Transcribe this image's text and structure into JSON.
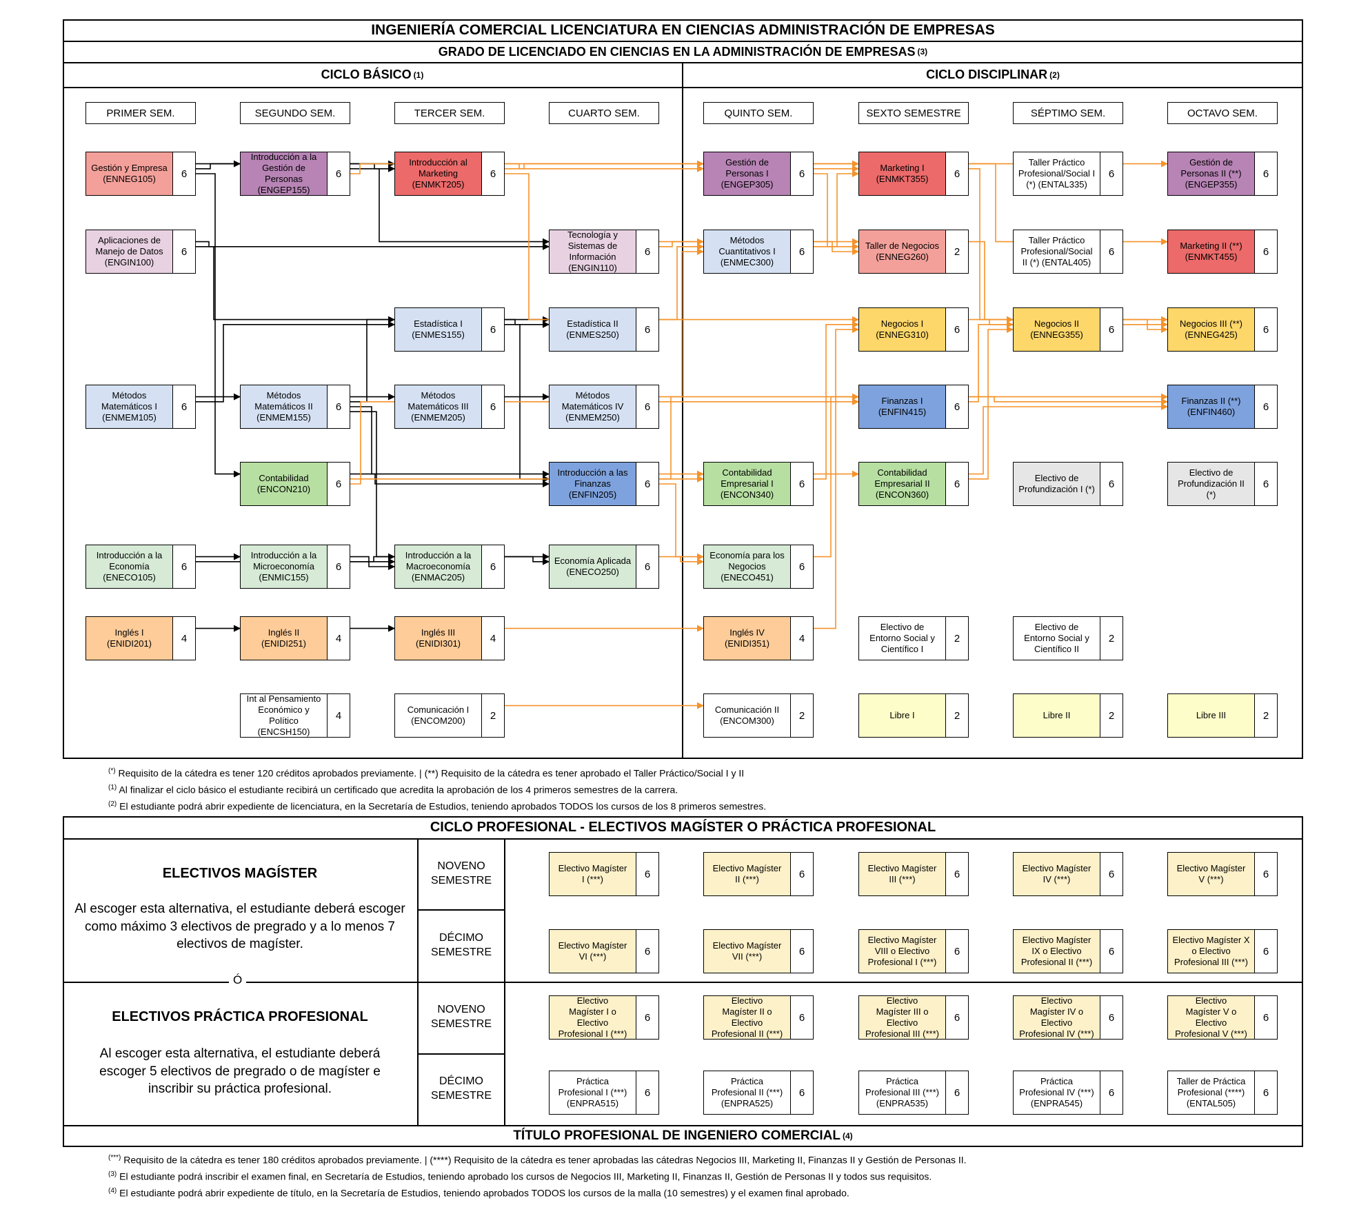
{
  "title": "INGENIERÍA COMERCIAL LICENCIATURA EN CIENCIAS ADMINISTRACIÓN DE EMPRESAS",
  "subtitle": "GRADO DE LICENCIADO EN CIENCIAS EN LA ADMINISTRACIÓN DE EMPRESAS",
  "subtitle_note": "(3)",
  "ciclo_basico": "CICLO BÁSICO",
  "ciclo_basico_note": "(1)",
  "ciclo_disciplinar": "CICLO DISCIPLINAR",
  "ciclo_disciplinar_note": "(2)",
  "semesters": [
    "PRIMER SEM.",
    "SEGUNDO SEM.",
    "TERCER SEM.",
    "CUARTO SEM.",
    "QUINTO SEM.",
    "SEXTO SEMESTRE",
    "SÉPTIMO SEM.",
    "OCTAVO SEM."
  ],
  "colors": {
    "rose": "#f4a09a",
    "purple": "#b784b5",
    "red": "#ec6a6a",
    "lilac": "#e8d2e2",
    "lightblue": "#d5e1f3",
    "blue": "#7ea2dd",
    "green": "#b7dfa2",
    "lightgreen": "#d6ead6",
    "orange": "#fdcc99",
    "yellow": "#fdd76a",
    "paleyellow": "#fdfdc9",
    "cream": "#fdf1c9",
    "gray": "#e6e6e6",
    "arrow_orange": "#f5922a"
  },
  "courses": [
    {
      "id": "ENNEG105",
      "col": 0,
      "row": 0,
      "lines": [
        "Gestión y Empresa",
        "(ENNEG105)"
      ],
      "credits": "6",
      "color": "rose"
    },
    {
      "id": "ENGIN100",
      "col": 0,
      "row": 1,
      "lines": [
        "Aplicaciones de",
        "Manejo de Datos",
        "(ENGIN100)"
      ],
      "credits": "6",
      "color": "lilac"
    },
    {
      "id": "ENMEM105",
      "col": 0,
      "row": 3,
      "lines": [
        "Métodos",
        "Matemáticos I",
        "(ENMEM105)"
      ],
      "credits": "6",
      "color": "lightblue"
    },
    {
      "id": "ENECO105",
      "col": 0,
      "row": 5,
      "lines": [
        "Introducción a la",
        "Economía",
        "(ENECO105)"
      ],
      "credits": "6",
      "color": "lightgreen"
    },
    {
      "id": "ENIDI201",
      "col": 0,
      "row": 6,
      "lines": [
        "Inglés I",
        "(ENIDI201)"
      ],
      "credits": "4",
      "color": "orange"
    },
    {
      "id": "ENGEP155",
      "col": 1,
      "row": 0,
      "lines": [
        "Introducción a la",
        "Gestión de",
        "Personas",
        "(ENGEP155)"
      ],
      "credits": "6",
      "color": "purple"
    },
    {
      "id": "ENMEM155",
      "col": 1,
      "row": 3,
      "lines": [
        "Métodos",
        "Matemáticos II",
        "(ENMEM155)"
      ],
      "credits": "6",
      "color": "lightblue"
    },
    {
      "id": "ENCON210",
      "col": 1,
      "row": 4,
      "lines": [
        "Contabilidad",
        "(ENCON210)"
      ],
      "credits": "6",
      "color": "green"
    },
    {
      "id": "ENMIC155",
      "col": 1,
      "row": 5,
      "lines": [
        "Introducción a la",
        "Microeconomía",
        "(ENMIC155)"
      ],
      "credits": "6",
      "color": "lightgreen"
    },
    {
      "id": "ENIDI251",
      "col": 1,
      "row": 6,
      "lines": [
        "Inglés II",
        "(ENIDI251)"
      ],
      "credits": "4",
      "color": "orange"
    },
    {
      "id": "ENCSH150",
      "col": 1,
      "row": 7,
      "lines": [
        "Int al Pensamiento",
        "Económico y",
        "Político",
        "(ENCSH150)"
      ],
      "credits": "4",
      "color": "white"
    },
    {
      "id": "ENMKT205",
      "col": 2,
      "row": 0,
      "lines": [
        "Introducción al",
        "Marketing",
        "(ENMKT205)"
      ],
      "credits": "6",
      "color": "red"
    },
    {
      "id": "ENMES155",
      "col": 2,
      "row": 2,
      "lines": [
        "Estadística I",
        "(ENMES155)"
      ],
      "credits": "6",
      "color": "lightblue"
    },
    {
      "id": "ENMEM205",
      "col": 2,
      "row": 3,
      "lines": [
        "Métodos",
        "Matemáticos III",
        "(ENMEM205)"
      ],
      "credits": "6",
      "color": "lightblue"
    },
    {
      "id": "ENMAC205",
      "col": 2,
      "row": 5,
      "lines": [
        "Introducción a la",
        "Macroeconomía",
        "(ENMAC205)"
      ],
      "credits": "6",
      "color": "lightgreen"
    },
    {
      "id": "ENIDI301",
      "col": 2,
      "row": 6,
      "lines": [
        "Inglés III",
        "(ENIDI301)"
      ],
      "credits": "4",
      "color": "orange"
    },
    {
      "id": "ENCOM200",
      "col": 2,
      "row": 7,
      "lines": [
        "Comunicación I",
        "(ENCOM200)"
      ],
      "credits": "2",
      "color": "white"
    },
    {
      "id": "ENGIN110",
      "col": 3,
      "row": 1,
      "lines": [
        "Tecnología y",
        "Sistemas de",
        "Información",
        "(ENGIN110)"
      ],
      "credits": "6",
      "color": "lilac"
    },
    {
      "id": "ENMES250",
      "col": 3,
      "row": 2,
      "lines": [
        "Estadística II",
        "(ENMES250)"
      ],
      "credits": "6",
      "color": "lightblue"
    },
    {
      "id": "ENMEM250",
      "col": 3,
      "row": 3,
      "lines": [
        "Métodos",
        "Matemáticos IV",
        "(ENMEM250)"
      ],
      "credits": "6",
      "color": "lightblue"
    },
    {
      "id": "ENFIN205",
      "col": 3,
      "row": 4,
      "lines": [
        "Introducción a las",
        "Finanzas",
        "(ENFIN205)"
      ],
      "credits": "6",
      "color": "blue"
    },
    {
      "id": "ENECO250",
      "col": 3,
      "row": 5,
      "lines": [
        "Economía Aplicada",
        "(ENECO250)"
      ],
      "credits": "6",
      "color": "lightgreen"
    },
    {
      "id": "ENGEP305",
      "col": 4,
      "row": 0,
      "lines": [
        "Gestión de",
        "Personas I",
        "(ENGEP305)"
      ],
      "credits": "6",
      "color": "purple"
    },
    {
      "id": "ENMEC300",
      "col": 4,
      "row": 1,
      "lines": [
        "Métodos",
        "Cuantitativos I",
        "(ENMEC300)"
      ],
      "credits": "6",
      "color": "lightblue"
    },
    {
      "id": "ENCON340",
      "col": 4,
      "row": 4,
      "lines": [
        "Contabilidad",
        "Empresarial I",
        "(ENCON340)"
      ],
      "credits": "6",
      "color": "green"
    },
    {
      "id": "ENECO451",
      "col": 4,
      "row": 5,
      "lines": [
        "Economía para los",
        "Negocios",
        "(ENECO451)"
      ],
      "credits": "6",
      "color": "lightgreen"
    },
    {
      "id": "ENIDI351",
      "col": 4,
      "row": 6,
      "lines": [
        "Inglés IV",
        "(ENIDI351)"
      ],
      "credits": "4",
      "color": "orange"
    },
    {
      "id": "ENCOM300",
      "col": 4,
      "row": 7,
      "lines": [
        "Comunicación II",
        "(ENCOM300)"
      ],
      "credits": "2",
      "color": "white"
    },
    {
      "id": "ENMKT355",
      "col": 5,
      "row": 0,
      "lines": [
        "Marketing I",
        "(ENMKT355)"
      ],
      "credits": "6",
      "color": "red"
    },
    {
      "id": "ENNEG260",
      "col": 5,
      "row": 1,
      "lines": [
        "Taller de Negocios",
        "(ENNEG260)"
      ],
      "credits": "2",
      "color": "rose"
    },
    {
      "id": "ENNEG310",
      "col": 5,
      "row": 2,
      "lines": [
        "Negocios I",
        "(ENNEG310)"
      ],
      "credits": "6",
      "color": "yellow"
    },
    {
      "id": "ENFIN415",
      "col": 5,
      "row": 3,
      "lines": [
        "Finanzas I",
        "(ENFIN415)"
      ],
      "credits": "6",
      "color": "blue"
    },
    {
      "id": "ENCON360",
      "col": 5,
      "row": 4,
      "lines": [
        "Contabilidad",
        "Empresarial II",
        "(ENCON360)"
      ],
      "credits": "6",
      "color": "green"
    },
    {
      "id": "ESC1",
      "col": 5,
      "row": 6,
      "lines": [
        "Electivo de",
        "Entorno Social y",
        "Científico I"
      ],
      "credits": "2",
      "color": "white"
    },
    {
      "id": "LIB1",
      "col": 5,
      "row": 7,
      "lines": [
        "Libre I"
      ],
      "credits": "2",
      "color": "paleyellow"
    },
    {
      "id": "ENTAL335",
      "col": 6,
      "row": 0,
      "lines": [
        "Taller Práctico",
        "Profesional/Social I",
        "(*) (ENTAL335)"
      ],
      "credits": "6",
      "color": "white"
    },
    {
      "id": "ENTAL405",
      "col": 6,
      "row": 1,
      "lines": [
        "Taller Práctico",
        "Profesional/Social",
        "II (*) (ENTAL405)"
      ],
      "credits": "6",
      "color": "white"
    },
    {
      "id": "ENNEG355",
      "col": 6,
      "row": 2,
      "lines": [
        "Negocios II",
        "(ENNEG355)"
      ],
      "credits": "6",
      "color": "yellow"
    },
    {
      "id": "EP1",
      "col": 6,
      "row": 4,
      "lines": [
        "Electivo de",
        "Profundización I (*)"
      ],
      "credits": "6",
      "color": "gray"
    },
    {
      "id": "ESC2",
      "col": 6,
      "row": 6,
      "lines": [
        "Electivo de",
        "Entorno Social y",
        "Científico II"
      ],
      "credits": "2",
      "color": "white"
    },
    {
      "id": "LIB2",
      "col": 6,
      "row": 7,
      "lines": [
        "Libre II"
      ],
      "credits": "2",
      "color": "paleyellow"
    },
    {
      "id": "ENGEP355",
      "col": 7,
      "row": 0,
      "lines": [
        "Gestión de",
        "Personas II (**)",
        "(ENGEP355)"
      ],
      "credits": "6",
      "color": "purple"
    },
    {
      "id": "ENMKT455",
      "col": 7,
      "row": 1,
      "lines": [
        "Marketing II (**)",
        "(ENMKT455)"
      ],
      "credits": "6",
      "color": "red"
    },
    {
      "id": "ENNEG425",
      "col": 7,
      "row": 2,
      "lines": [
        "Negocios III (**)",
        "(ENNEG425)"
      ],
      "credits": "6",
      "color": "yellow"
    },
    {
      "id": "ENFIN460",
      "col": 7,
      "row": 3,
      "lines": [
        "Finanzas II (**)",
        "(ENFIN460)"
      ],
      "credits": "6",
      "color": "blue"
    },
    {
      "id": "EP2",
      "col": 7,
      "row": 4,
      "lines": [
        "Electivo de",
        "Profundización II",
        "(*)"
      ],
      "credits": "6",
      "color": "gray"
    },
    {
      "id": "LIB3",
      "col": 7,
      "row": 7,
      "lines": [
        "Libre III"
      ],
      "credits": "2",
      "color": "paleyellow"
    }
  ],
  "arrows_black": [
    [
      "ENNEG105",
      "ENGEP155"
    ],
    [
      "ENNEG105",
      "ENMKT205"
    ],
    [
      "ENNEG105",
      "ENCON210"
    ],
    [
      "ENGEP155",
      "ENMKT205"
    ],
    [
      "ENGEP155",
      "ENGIN110"
    ],
    [
      "ENGIN100",
      "ENGIN110"
    ],
    [
      "ENGIN100",
      "ENMES155"
    ],
    [
      "ENMEM105",
      "ENMEM155"
    ],
    [
      "ENMEM105",
      "ENMES155"
    ],
    [
      "ENMEM155",
      "ENMEM205"
    ],
    [
      "ENMEM155",
      "ENMES250"
    ],
    [
      "ENMEM155",
      "ENFIN205"
    ],
    [
      "ENMEM155",
      "ENMAC205"
    ],
    [
      "ENMES155",
      "ENMES250"
    ],
    [
      "ENMES155",
      "ENFIN205"
    ],
    [
      "ENMEM205",
      "ENMEM250"
    ],
    [
      "ENCON210",
      "ENFIN205"
    ],
    [
      "ENECO105",
      "ENMIC155"
    ],
    [
      "ENECO105",
      "ENMAC205"
    ],
    [
      "ENMIC155",
      "ENMAC205"
    ],
    [
      "ENMIC155",
      "ENECO250"
    ],
    [
      "ENMAC205",
      "ENECO250"
    ],
    [
      "ENIDI201",
      "ENIDI251"
    ],
    [
      "ENIDI251",
      "ENIDI301"
    ]
  ],
  "arrows_orange": [
    [
      "ENGEP155",
      "ENGEP305"
    ],
    [
      "ENMKT205",
      "ENGEP305"
    ],
    [
      "ENMKT205",
      "ENMKT355"
    ],
    [
      "ENMKT205",
      "ENNEG310"
    ],
    [
      "ENGIN110",
      "ENMEC300"
    ],
    [
      "ENGIN110",
      "ENNEG260"
    ],
    [
      "ENMES250",
      "ENMEC300"
    ],
    [
      "ENMEM250",
      "ENMEC300"
    ],
    [
      "ENFIN205",
      "ENCON340"
    ],
    [
      "ENFIN205",
      "ENFIN415"
    ],
    [
      "ENFIN205",
      "ENECO451"
    ],
    [
      "ENECO250",
      "ENECO451"
    ],
    [
      "ENCON210",
      "ENCON340"
    ],
    [
      "ENCON210",
      "ENFIN415"
    ],
    [
      "ENIDI301",
      "ENIDI351"
    ],
    [
      "ENCOM200",
      "ENCOM300"
    ],
    [
      "ENGEP305",
      "ENGEP355"
    ],
    [
      "ENGEP305",
      "ENMKT355"
    ],
    [
      "ENGEP305",
      "ENNEG260"
    ],
    [
      "ENMEC300",
      "ENNEG260"
    ],
    [
      "ENMEC300",
      "ENMKT355"
    ],
    [
      "ENCON340",
      "ENCON360"
    ],
    [
      "ENCON340",
      "ENNEG310"
    ],
    [
      "ENECO451",
      "ENFIN460"
    ],
    [
      "ENIDI351",
      "ENNEG310"
    ],
    [
      "ENMKT355",
      "ENMKT455"
    ],
    [
      "ENMKT355",
      "ENNEG355"
    ],
    [
      "ENNEG260",
      "ENNEG425"
    ],
    [
      "ENNEG310",
      "ENNEG355"
    ],
    [
      "ENFIN415",
      "ENFIN460"
    ],
    [
      "ENFIN415",
      "ENNEG425"
    ],
    [
      "ENCON360",
      "ENFIN460"
    ],
    [
      "ENCON360",
      "ENNEG355"
    ],
    [
      "ENNEG355",
      "ENNEG425"
    ]
  ],
  "notes_top": [
    {
      "sup": "(*)",
      "text": " Requisito de la cátedra es tener 120 créditos aprobados previamente.  |  (**) Requisito de la cátedra es tener aprobado el Taller Práctico/Social I y II"
    },
    {
      "sup": "(1)",
      "text": " Al finalizar el ciclo básico el estudiante recibirá un certificado que acredita la aprobación de los 4 primeros semestres de la carrera."
    },
    {
      "sup": "(2)",
      "text": " El estudiante podrá abrir expediente de licenciatura, en la Secretaría de Estudios, teniendo aprobados TODOS los cursos de los 8 primeros semestres."
    }
  ],
  "ciclo_profesional": "CICLO PROFESIONAL - ELECTIVOS MAGÍSTER O PRÁCTICA PROFESIONAL",
  "magister": {
    "title": "ELECTIVOS MAGÍSTER",
    "text": "Al escoger esta alternativa, el estudiante deberá escoger como máximo 3 electivos de pregrado y a lo menos 7 electivos de magíster."
  },
  "or_label": "Ó",
  "practica": {
    "title": "ELECTIVOS PRÁCTICA PROFESIONAL",
    "text": "Al escoger esta alternativa, el estudiante deberá escoger 5 electivos de pregrado o de magíster e inscribir su práctica profesional."
  },
  "sem_labels": [
    "NOVENO SEMESTRE",
    "DÉCIMO SEMESTRE",
    "NOVENO SEMESTRE",
    "DÉCIMO SEMESTRE"
  ],
  "prof_rows": [
    [
      {
        "lines": [
          "Electivo Magíster",
          "I (***)"
        ],
        "credits": "6"
      },
      {
        "lines": [
          "Electivo Magíster",
          "II (***)"
        ],
        "credits": "6"
      },
      {
        "lines": [
          "Electivo Magíster",
          "III (***)"
        ],
        "credits": "6"
      },
      {
        "lines": [
          "Electivo Magíster",
          "IV (***)"
        ],
        "credits": "6"
      },
      {
        "lines": [
          "Electivo Magíster",
          "V (***)"
        ],
        "credits": "6"
      }
    ],
    [
      {
        "lines": [
          "Electivo Magíster",
          "VI (***)"
        ],
        "credits": "6"
      },
      {
        "lines": [
          "Electivo Magíster",
          "VII (***)"
        ],
        "credits": "6"
      },
      {
        "lines": [
          "Electivo Magíster",
          "VIII o Electivo",
          "Profesional I (***)"
        ],
        "credits": "6"
      },
      {
        "lines": [
          "Electivo Magíster",
          "IX o Electivo",
          "Profesional II (***)"
        ],
        "credits": "6"
      },
      {
        "lines": [
          "Electivo Magíster X",
          "o Electivo",
          "Profesional III (***)"
        ],
        "credits": "6"
      }
    ],
    [
      {
        "lines": [
          "Electivo",
          "Magíster I o",
          "Electivo",
          "Profesional I (***)"
        ],
        "credits": "6"
      },
      {
        "lines": [
          "Electivo",
          "Magíster II o",
          "Electivo",
          "Profesional II (***)"
        ],
        "credits": "6"
      },
      {
        "lines": [
          "Electivo",
          "Magíster III o",
          "Electivo",
          "Profesional III (***)"
        ],
        "credits": "6"
      },
      {
        "lines": [
          "Electivo",
          "Magíster IV o",
          "Electivo",
          "Profesional IV (***)"
        ],
        "credits": "6"
      },
      {
        "lines": [
          "Electivo",
          "Magíster V o",
          "Electivo",
          "Profesional V (***)"
        ],
        "credits": "6"
      }
    ],
    [
      {
        "lines": [
          "Práctica",
          "Profesional I (***)",
          "(ENPRA515)"
        ],
        "credits": "6"
      },
      {
        "lines": [
          "Práctica",
          "Profesional II (***)",
          "(ENPRA525)"
        ],
        "credits": "6"
      },
      {
        "lines": [
          "Práctica",
          "Profesional III (***)",
          "(ENPRA535)"
        ],
        "credits": "6"
      },
      {
        "lines": [
          "Práctica",
          "Profesional IV (***)",
          "(ENPRA545)"
        ],
        "credits": "6"
      },
      {
        "lines": [
          "Taller de Práctica",
          "Profesional (****)",
          "(ENTAL505)"
        ],
        "credits": "6"
      }
    ]
  ],
  "titulo_profesional": "TÍTULO PROFESIONAL DE INGENIERO COMERCIAL",
  "titulo_note": "(4)",
  "notes_bottom": [
    {
      "sup": "(***)",
      "text": " Requisito de la cátedra es tener 180 créditos aprobados previamente.  |  (****) Requisito de la cátedra es tener aprobadas las cátedras Negocios III, Marketing II, Finanzas II y Gestión de Personas II."
    },
    {
      "sup": "(3)",
      "text": " El estudiante podrá inscribir el examen final, en Secretaría de Estudios, teniendo aprobado los cursos de Negocios III, Marketing II, Finanzas II, Gestión de Personas II  y todos sus requisitos."
    },
    {
      "sup": "(4)",
      "text": " El estudiante podrá abrir expediente de título, en la Secretaría de Estudios, teniendo aprobados TODOS los cursos de la malla (10 semestres) y el examen final aprobado."
    }
  ]
}
